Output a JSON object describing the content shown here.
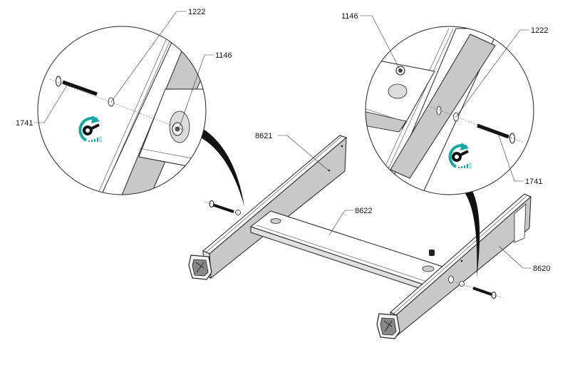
{
  "diagram": {
    "labels": {
      "detail_left_bracket": "1222",
      "detail_left_nut": "1146",
      "detail_left_bolt": "1741",
      "detail_right_nut": "1146",
      "detail_right_bracket": "1222",
      "detail_right_bolt": "1741",
      "left_leg": "8621",
      "crossbar": "8622",
      "right_leg": "8620"
    },
    "colors": {
      "accent": "#13a8a4",
      "panel_gray": "#c8c8c8",
      "line": "#222222"
    },
    "icons": [
      "wrench-tighten-icon",
      "torque-level-icon"
    ]
  }
}
